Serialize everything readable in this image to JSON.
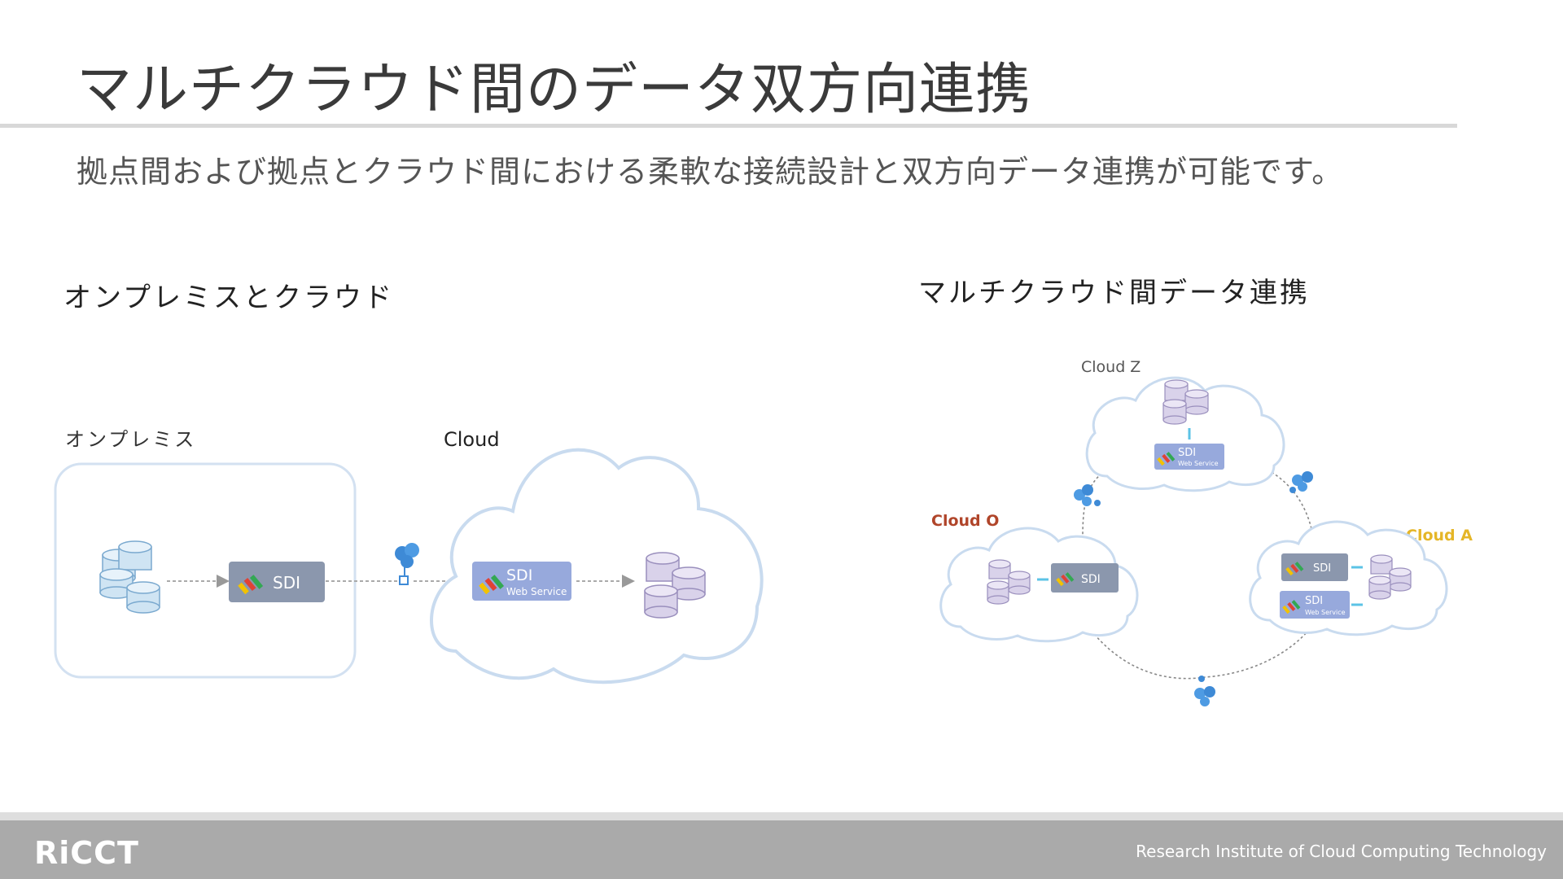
{
  "slide": {
    "title": "マルチクラウド間のデータ双方向連携",
    "subtitle": "拠点間および拠点とクラウド間における柔軟な接続設計と双方向データ連携が可能です。"
  },
  "left_diagram": {
    "heading": "オンプレミスとクラウド",
    "onprem_label": "オンプレミス",
    "cloud_label": "Cloud",
    "sdi_label": "SDI",
    "sdi_web_label": "SDI",
    "sdi_web_sublabel": "Web Service"
  },
  "right_diagram": {
    "heading": "マルチクラウド間データ連携",
    "cloud_z": {
      "label": "Cloud Z",
      "sdi": "SDI",
      "sub": "Web Service"
    },
    "cloud_o": {
      "label": "Cloud O",
      "sdi": "SDI"
    },
    "cloud_a": {
      "label": "Cloud A",
      "sdi": "SDI",
      "sdi_web": "SDI",
      "sub": "Web Service"
    }
  },
  "colors": {
    "sdi_box": "#8b97ad",
    "sdi_web_box": "#97a9dc",
    "cloud_outline": "#c9dbef",
    "db_blue": "#cfe4f3",
    "db_purple": "#d9d2ea",
    "cloud_o_label": "#b0452a",
    "cloud_a_label": "#e5b628",
    "cloud_z_label": "#555555",
    "connector_blue": "#3e8ad6"
  },
  "footer": {
    "logo": "RiCCT",
    "tagline": "Research Institute of Cloud Computing Technology"
  }
}
